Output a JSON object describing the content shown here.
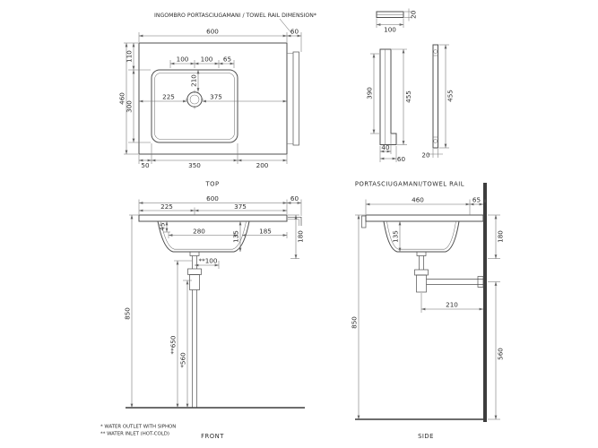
{
  "drawing": {
    "header_note": "INGOMBRO PORTASCIUGAMANI / TOWEL RAIL DIMENSION*",
    "footnote_1": "* WATER OUTLET WITH SIPHON",
    "footnote_2": "** WATER INLET (HOT-COLD)",
    "line_color": "#4f4f4f",
    "wall_color": "#3d3d3d"
  },
  "top_view": {
    "label": "TOP",
    "dims": {
      "overall_width": "600",
      "towel_rail_depth": "60",
      "back_edge_to_basin": "110",
      "overall_depth": "460",
      "basin_depth": "300",
      "tap_hole_left": "100",
      "tap_hole_right": "100",
      "tap_hole_edge": "65",
      "tap_hole_from_back": "210",
      "tap_hole_from_left": "225",
      "tap_hole_from_right": "375",
      "basin_offset_left": "50",
      "basin_width": "350",
      "basin_offset_right": "200"
    }
  },
  "towel_rail_view": {
    "label": "PORTASCIUGAMANI/TOWEL RAIL",
    "dims": {
      "rail_thickness": "20",
      "rail_width": "100",
      "bracket_inner_height": "390",
      "bracket_height": "455",
      "foot_inner": "40",
      "foot_depth": "60",
      "rail_height": "455",
      "rail_profile": "20"
    }
  },
  "front_view": {
    "label": "FRONT",
    "dims": {
      "overall_width": "600",
      "towel_rail_depth": "60",
      "drain_from_left": "225",
      "drain_from_right": "375",
      "rim_height": "45",
      "bowl_width_left": "280",
      "bowl_depth": "135",
      "bowl_to_edge": "185",
      "side_height": "180",
      "inlet_offset": "**100",
      "rim_to_floor": "850",
      "inlet_height": "**650",
      "outlet_height": "*560"
    }
  },
  "side_view": {
    "label": "SIDE",
    "dims": {
      "overall_depth": "460",
      "back_gap": "65",
      "bowl_depth": "135",
      "side_height": "180",
      "trap_to_wall": "210",
      "rim_to_floor": "850",
      "outlet_height": "560"
    }
  }
}
